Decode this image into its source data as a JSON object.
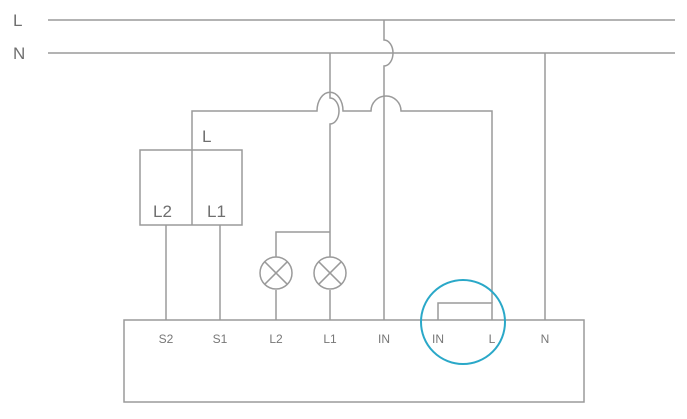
{
  "rails": {
    "line": "L",
    "neutral": "N"
  },
  "switch": {
    "top_label": "L",
    "left_label": "L2",
    "right_label": "L1"
  },
  "terminals": [
    "S2",
    "S1",
    "L2",
    "L1",
    "IN",
    "IN",
    "L",
    "N"
  ],
  "colors": {
    "wire": "#9a9a9a",
    "highlight": "#2aa8c8"
  },
  "icons": [
    "lamp-icon",
    "lamp-icon"
  ]
}
